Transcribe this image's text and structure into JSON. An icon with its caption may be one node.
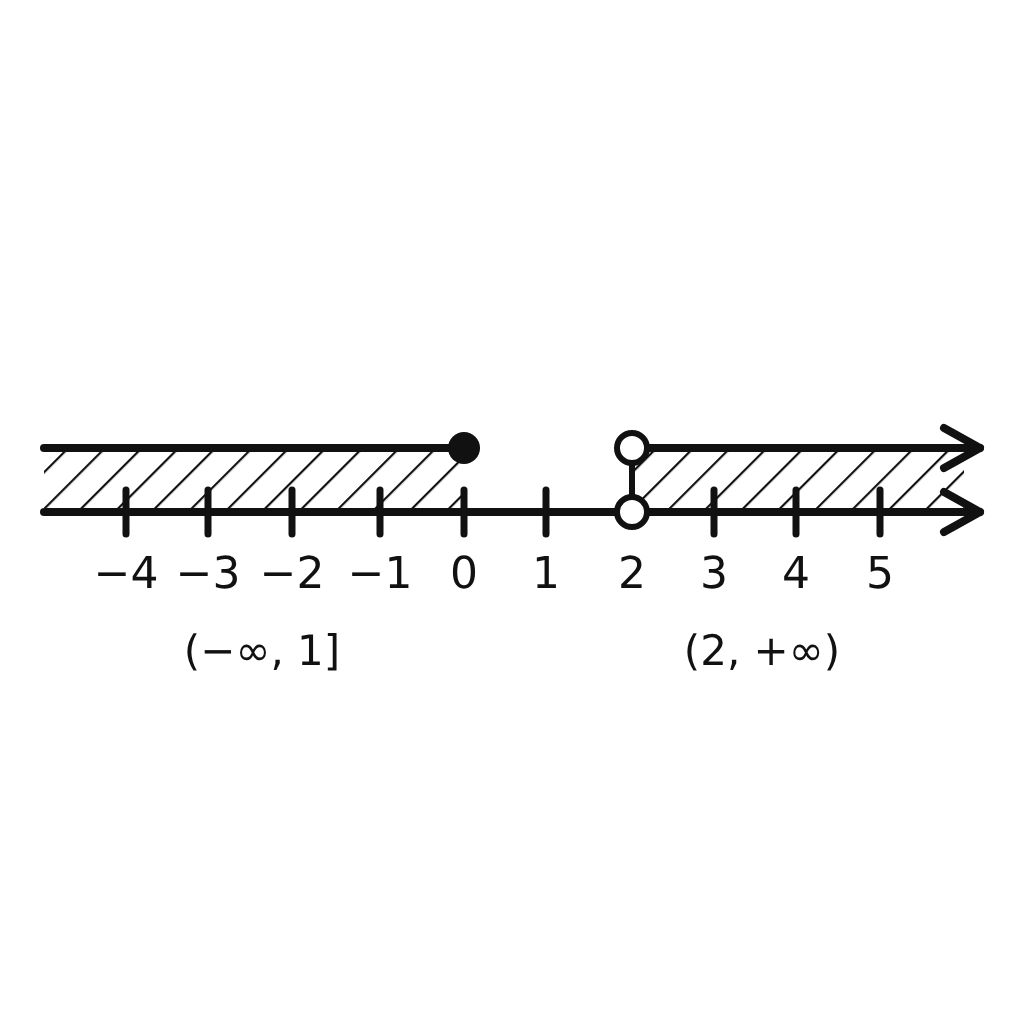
{
  "diagram": {
    "labels": [
      "−4",
      "−3",
      "−2",
      "−1",
      "0",
      "1",
      "2",
      "3",
      "4",
      "5",
      "(−∞, 1]",
      "(2, +∞)"
    ]
  }
}
